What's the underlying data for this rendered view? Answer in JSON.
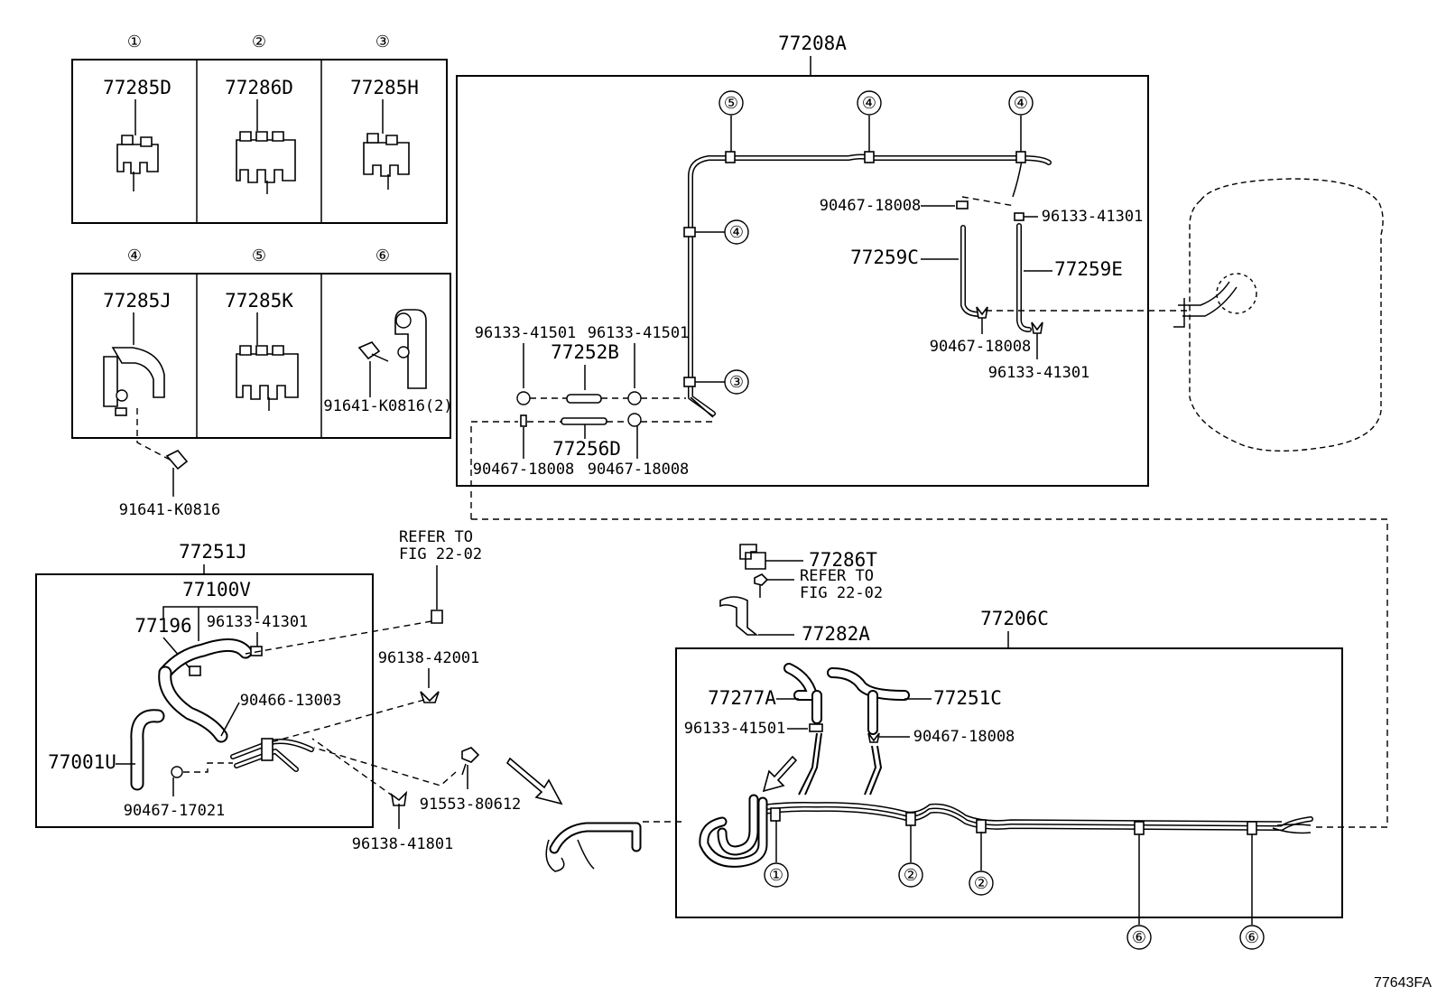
{
  "drawing_id": "77643FA",
  "clip_panel": {
    "cells": [
      {
        "index": "①",
        "part": "77285D"
      },
      {
        "index": "②",
        "part": "77286D"
      },
      {
        "index": "③",
        "part": "77285H"
      },
      {
        "index": "④",
        "part": "77285J"
      },
      {
        "index": "⑤",
        "part": "77285K"
      },
      {
        "index": "⑥",
        "part": "91641-K0816(2)"
      }
    ],
    "bolt_below": "91641-K0816"
  },
  "tube_box_upper": {
    "title": "77208A",
    "clip_marks": [
      "⑤",
      "④",
      "④",
      "④",
      "③"
    ],
    "labels": {
      "clamp_a": "90467-18008",
      "clamp_b": "96133-41301",
      "hose_left": "77259C",
      "hose_right": "77259E",
      "clamp_c": "90467-18008",
      "clamp_d": "96133-41301",
      "clamp_e": "96133-41501",
      "clamp_f": "96133-41501",
      "hose_upper": "77252B",
      "hose_lower": "77256D",
      "clamp_g": "90467-18008",
      "clamp_h": "90467-18008"
    }
  },
  "canister_box": {
    "title": "77251J",
    "group": "77100V",
    "labels": {
      "hose_top": "77196",
      "clamp_top": "96133-41301",
      "clamp_mid": "90466-13003",
      "canister": "77001U",
      "clamp_bottom": "90467-17021"
    }
  },
  "loose_parts": {
    "refer_a_line1": "REFER TO",
    "refer_a_line2": "FIG 22-02",
    "clip_a": "96138-42001",
    "bolt_a": "91553-80612",
    "clip_b": "96138-41801",
    "clamp_part": "77286T",
    "refer_b_line1": "REFER TO",
    "refer_b_line2": "FIG 22-02",
    "bracket": "77282A"
  },
  "tube_box_lower": {
    "title": "77206C",
    "labels": {
      "hose_a": "77277A",
      "hose_b": "77251C",
      "clamp_a": "96133-41501",
      "clamp_b": "90467-18008"
    },
    "clip_marks": [
      "①",
      "②",
      "②",
      "⑥",
      "⑥"
    ]
  }
}
